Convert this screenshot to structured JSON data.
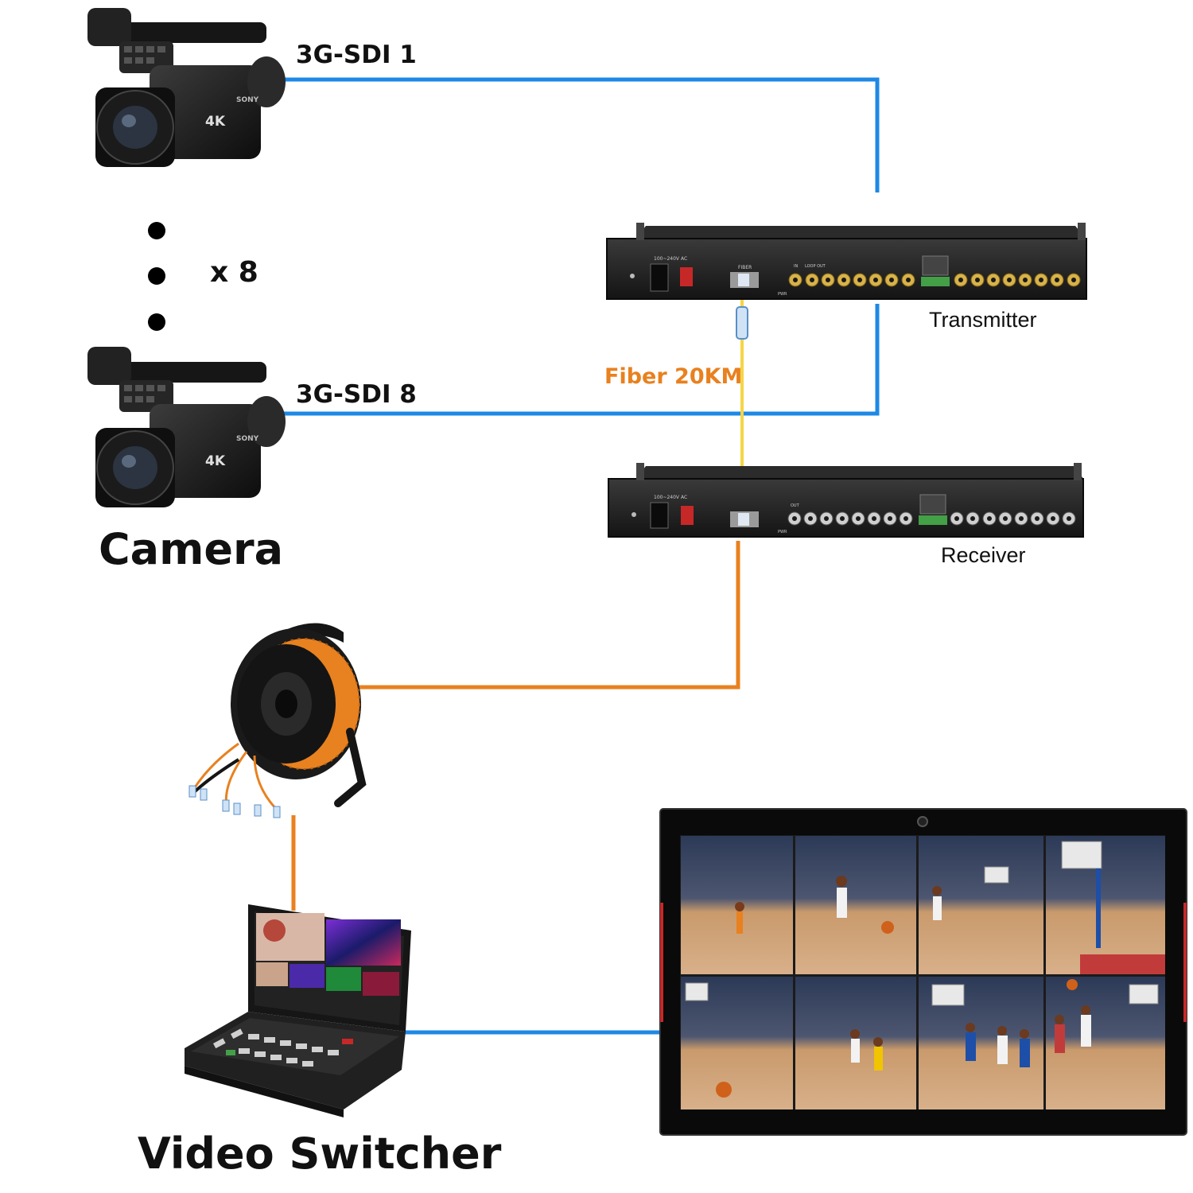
{
  "labels": {
    "sdi_first": "3G-SDI 1",
    "sdi_last": "3G-SDI 8",
    "multiplier": "x 8",
    "camera": "Camera",
    "transmitter": "Transmitter",
    "receiver": "Receiver",
    "fiber": "Fiber 20KM",
    "switcher": "Video Switcher"
  },
  "camera_print": {
    "brand": "SONY",
    "resolution": "4K"
  },
  "panel_print": {
    "power_label": "100~240V AC",
    "fiber_label": "FIBER",
    "tx_port_labels": [
      "IN",
      "LOOP OUT"
    ],
    "rx_port_label": "OUT",
    "pwr_label": "PWR"
  },
  "colors": {
    "sdi_cable": "#1e88e5",
    "fiber_single": "#f5d547",
    "fiber_armored": "#e8811f",
    "device_body": "#1f1f1f",
    "label_accent": "#e8811f"
  }
}
